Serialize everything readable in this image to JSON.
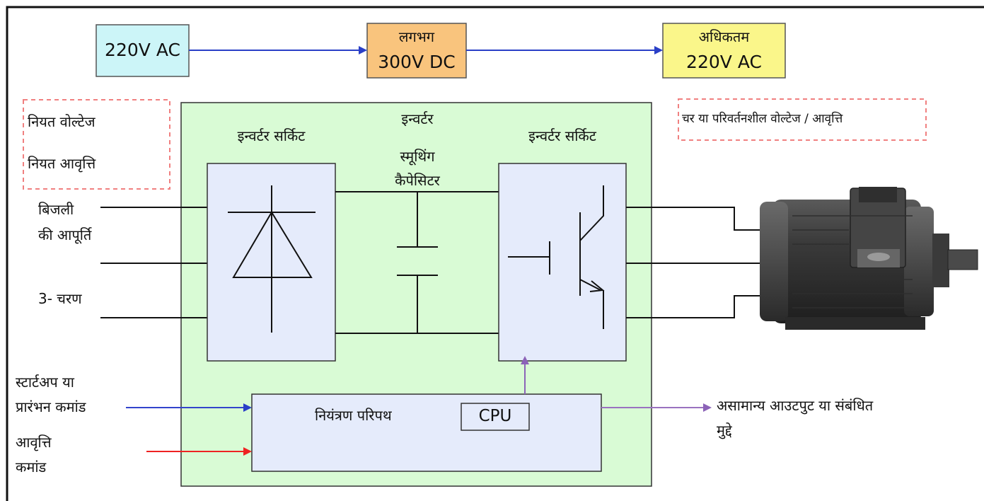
{
  "stages": {
    "input": "220V AC",
    "dc_top": "लगभग",
    "dc_bottom": "300V DC",
    "output_top": "अधिकतम",
    "output_bottom": "220V AC"
  },
  "notes": {
    "fixed_voltage": "नियत वोल्टेज",
    "fixed_frequency": "नियत आवृत्ति",
    "variable": "चर या परिवर्तनशील वोल्टेज / आवृत्ति"
  },
  "inverter": {
    "title": "इन्वर्टर",
    "left_circuit": "इन्वर्टर सर्किट",
    "right_circuit": "इन्वर्टर सर्किट",
    "capacitor_line1": "स्मूथिंग",
    "capacitor_line2": "कैपेसिटर",
    "control_circuit": "नियंत्रण परिपथ",
    "cpu": "CPU"
  },
  "inputs": {
    "power_line1": "बिजली",
    "power_line2": "की आपूर्ति",
    "phase": "3- चरण",
    "startup_line1": "स्टार्टअप या",
    "startup_line2": "प्रारंभन कमांड",
    "freq_line1": "आवृत्ति",
    "freq_line2": "कमांड"
  },
  "outputs": {
    "abnormal_line1": "असामान्य आउटपुट या संबंधित",
    "abnormal_line2": "मुद्दे"
  },
  "colors": {
    "input_box": "#ccf5f8",
    "dc_box": "#f9c47d",
    "output_box": "#faf68a",
    "inverter_bg": "#d9fbd5",
    "block_fill": "#e5ebfb",
    "note_border": "#f08080",
    "arrow_blue": "#3344cc",
    "arrow_red": "#ee2222",
    "arrow_purple": "#9a72c0"
  }
}
